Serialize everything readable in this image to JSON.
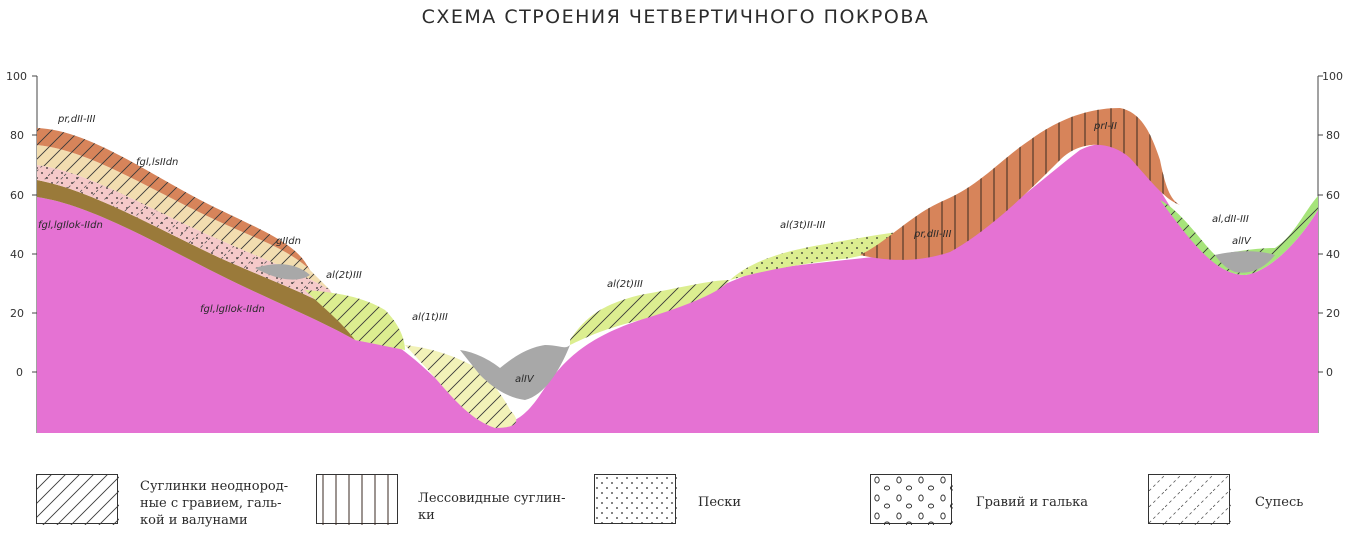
{
  "title": "СХЕМА СТРОЕНИЯ ЧЕТВЕРТИЧНОГО ПОКРОВА",
  "axis": {
    "ticks": [
      "100",
      "80",
      "60",
      "40",
      "20",
      "0"
    ]
  },
  "units": [
    "pr,dII-III",
    "fgl,lsIIdn",
    "fgl,lgIlok-IIdn",
    "gIIdn",
    "fgl,lgIlok-IIdn",
    "al(2t)III",
    "al(1t)III",
    "alIV",
    "al(2t)III",
    "al(3t)II-III",
    "pr,dII-III",
    "prI-II",
    "al,dII-III",
    "alIV"
  ],
  "legend": [
    {
      "label": "Суглинки неоднород-\nные с гравием, галь-\nкой и валунами",
      "pattern": "diagonal-hatch"
    },
    {
      "label": "Лессовидные суглин-\nки",
      "pattern": "vertical-hatch"
    },
    {
      "label": "Пески",
      "pattern": "dots"
    },
    {
      "label": "Гравий и галька",
      "pattern": "pebbles"
    },
    {
      "label": "Супесь",
      "pattern": "dashed-diagonal"
    }
  ],
  "colors": {
    "bedrock": "#e572d3",
    "brown_loam": "#d7845a",
    "light_loam": "#f2ddb0",
    "pink_loam": "#f5c9c9",
    "dark_olive": "#9a7a3a",
    "pale_yellow": "#f2f2b8",
    "yellow_green": "#dcee90",
    "green": "#a6e47a",
    "gray": "#a8a8a8"
  }
}
